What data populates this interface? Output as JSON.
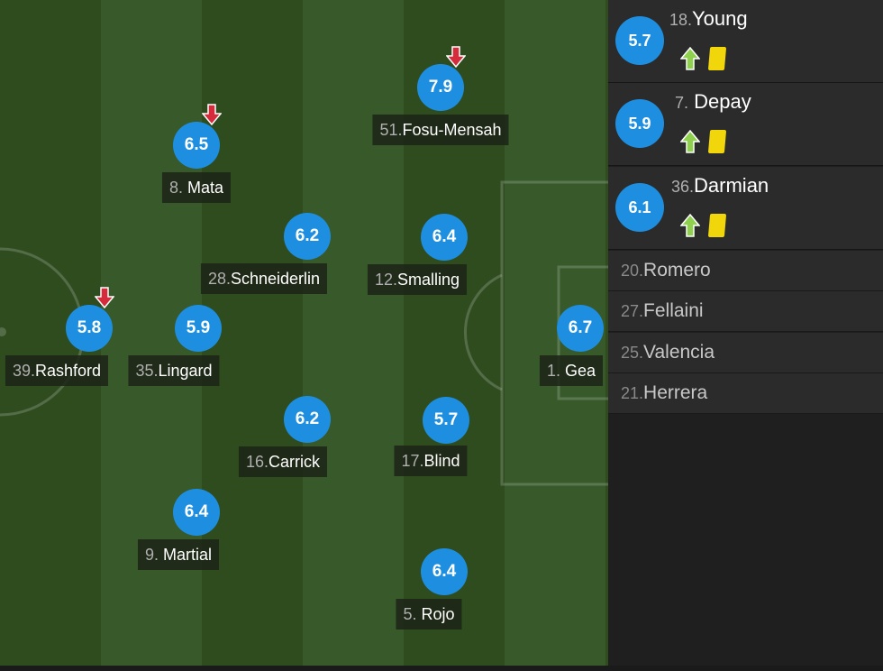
{
  "colors": {
    "rating_circle": "#1e8fe0",
    "pitch_dark": "#2f4c1f",
    "pitch_light": "#38592a",
    "yellow_card": "#f2d60c",
    "sub_off_arrow": "#d62b3a",
    "sub_on_arrow": "#8fd14f"
  },
  "players": [
    {
      "rating": "7.9",
      "num": "51.",
      "name": "Fosu-Mensah",
      "subbed_off": true
    },
    {
      "rating": "6.5",
      "num": "8.",
      "name": "Mata",
      "subbed_off": true
    },
    {
      "rating": "6.2",
      "num": "28.",
      "name": "Schneiderlin",
      "subbed_off": false
    },
    {
      "rating": "6.4",
      "num": "12.",
      "name": "Smalling",
      "subbed_off": false
    },
    {
      "rating": "5.8",
      "num": "39.",
      "name": "Rashford",
      "subbed_off": true
    },
    {
      "rating": "5.9",
      "num": "35.",
      "name": "Lingard",
      "subbed_off": false
    },
    {
      "rating": "6.7",
      "num": "1.",
      "name": "Gea",
      "subbed_off": false
    },
    {
      "rating": "6.2",
      "num": "16.",
      "name": "Carrick",
      "subbed_off": false
    },
    {
      "rating": "5.7",
      "num": "17.",
      "name": "Blind",
      "subbed_off": false
    },
    {
      "rating": "6.4",
      "num": "9.",
      "name": "Martial",
      "subbed_off": false
    },
    {
      "rating": "6.4",
      "num": "5.",
      "name": "Rojo",
      "subbed_off": false
    }
  ],
  "substitutes_used": [
    {
      "rating": "5.7",
      "num": "18.",
      "name": "Young",
      "icons": [
        "sub-on-arrow-icon",
        "yellow-card-icon"
      ]
    },
    {
      "rating": "5.9",
      "num": "7.",
      "name": "Depay",
      "icons": [
        "sub-on-arrow-icon",
        "yellow-card-icon"
      ]
    },
    {
      "rating": "6.1",
      "num": "36.",
      "name": "Darmian",
      "icons": [
        "sub-on-arrow-icon",
        "yellow-card-icon"
      ]
    }
  ],
  "bench": [
    {
      "num": "20.",
      "name": "Romero"
    },
    {
      "num": "27.",
      "name": "Fellaini"
    },
    {
      "num": "25.",
      "name": "Valencia"
    },
    {
      "num": "21.",
      "name": "Herrera"
    }
  ]
}
